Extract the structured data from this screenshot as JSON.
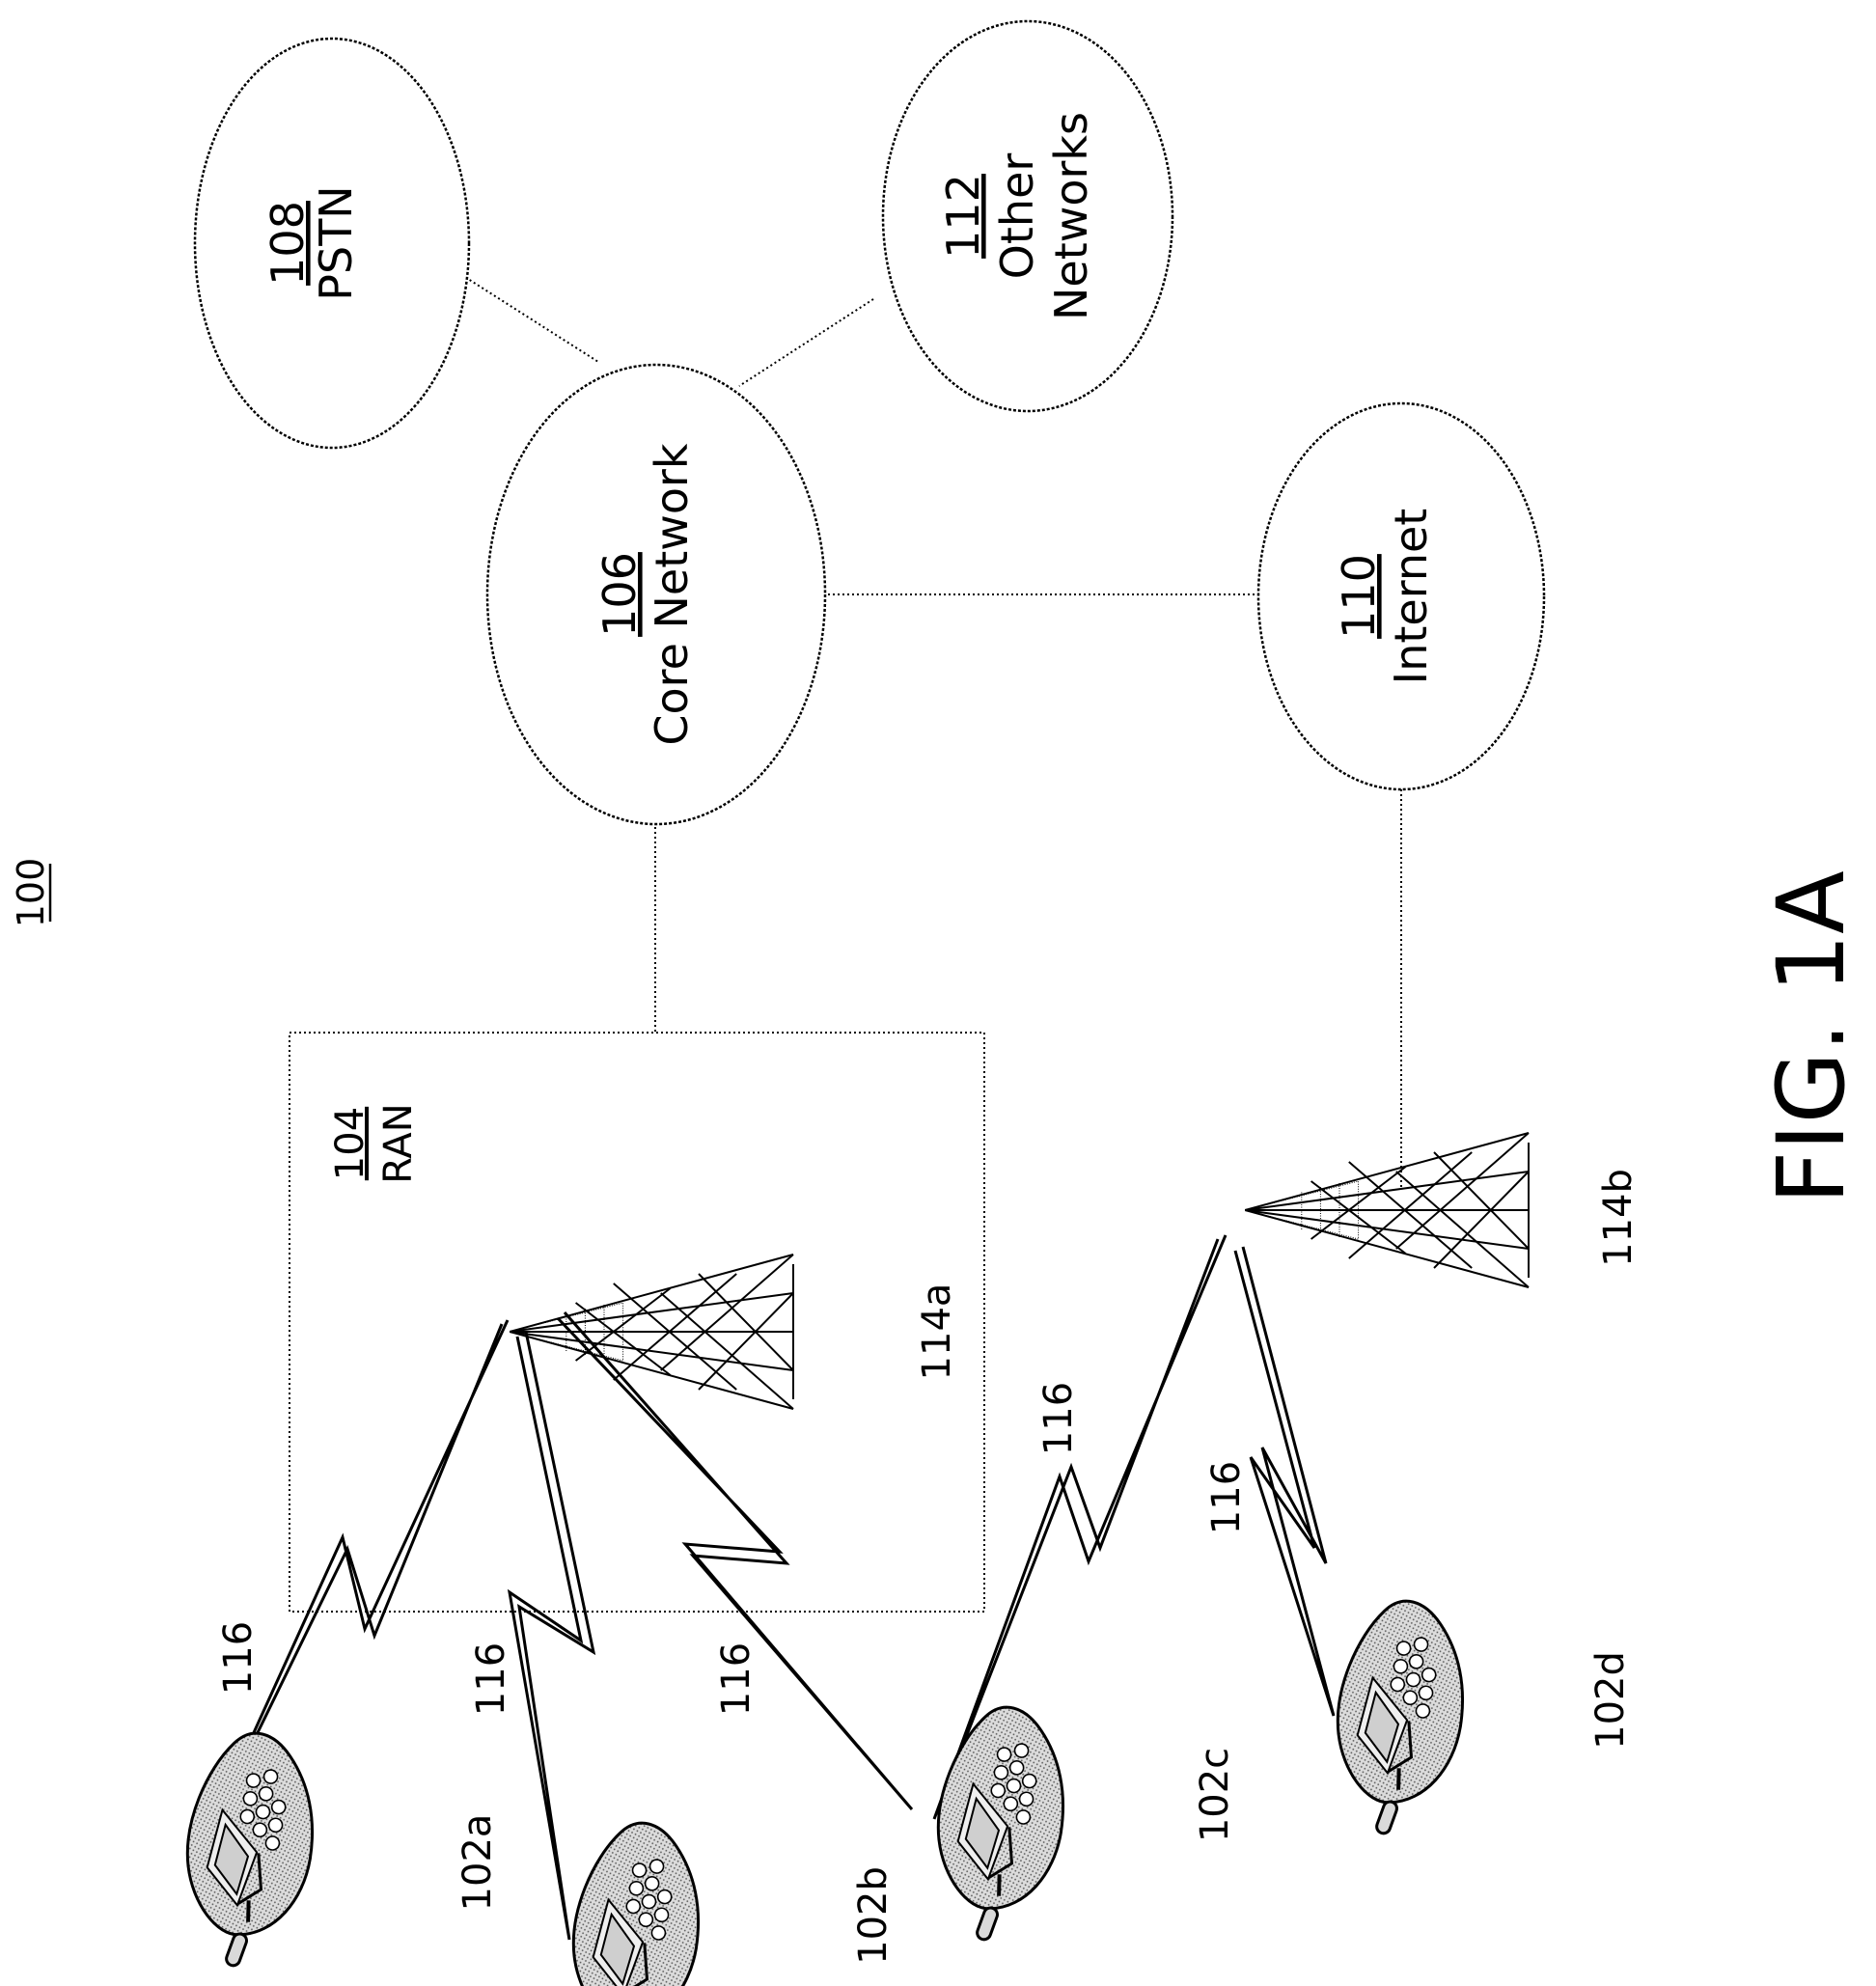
{
  "figure": {
    "system_ref": "100",
    "caption": "FIG. 1A"
  },
  "nodes": {
    "pstn": {
      "ref": "108",
      "name": "PSTN"
    },
    "core": {
      "ref": "106",
      "name": "Core Network"
    },
    "other": {
      "ref": "112",
      "name_line1": "Other",
      "name_line2": "Networks"
    },
    "internet": {
      "ref": "110",
      "name": "Internet"
    },
    "ran": {
      "ref": "104",
      "name": "RAN"
    }
  },
  "towers": {
    "a": "114a",
    "b": "114b"
  },
  "phones": {
    "a": "102a",
    "b": "102b",
    "c": "102c",
    "d": "102d"
  },
  "air_interface_label": "116"
}
